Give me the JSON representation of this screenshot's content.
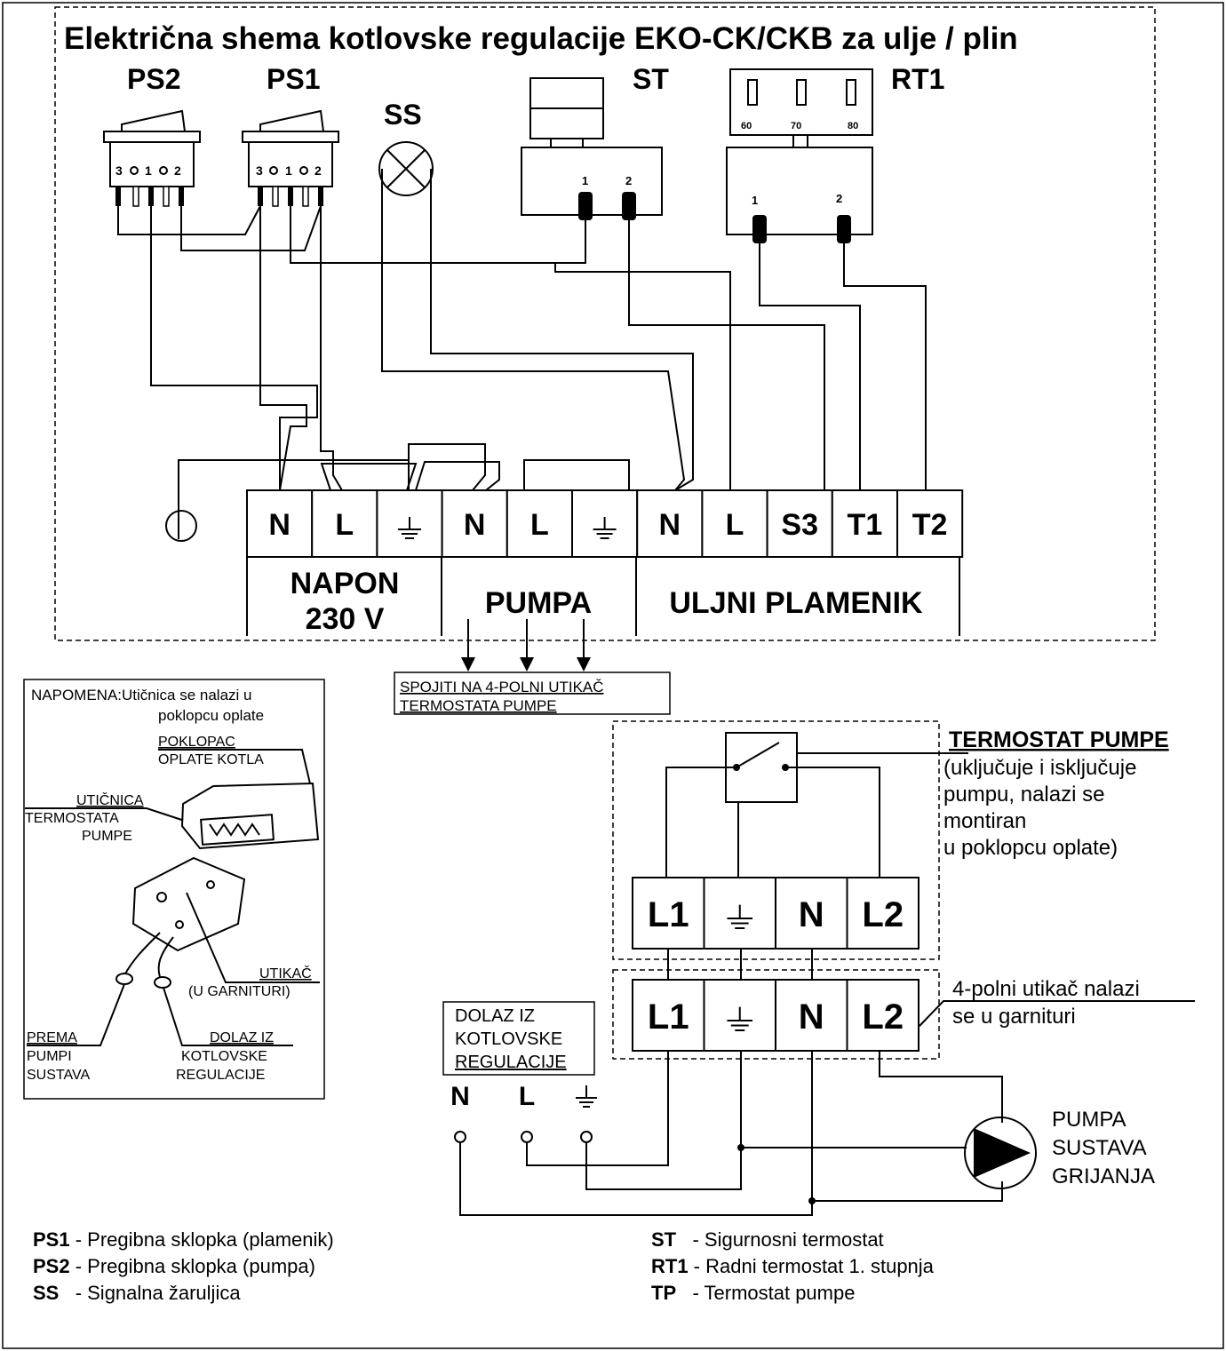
{
  "title": "Električna shema kotlovske regulacije EKO-CK/CKB za ulje / plin",
  "components": {
    "ps2": "PS2",
    "ps1": "PS1",
    "ss": "SS",
    "st": "ST",
    "rt1": "RT1",
    "switch_pins": [
      "3",
      "1",
      "2"
    ],
    "st_pins": [
      "1",
      "2"
    ],
    "rt1_scale": [
      "60",
      "70",
      "80"
    ],
    "rt1_pins": [
      "1",
      "2"
    ]
  },
  "terminal_block": {
    "terminals": [
      "N",
      "L",
      "⏚",
      "N",
      "L",
      "⏚",
      "N",
      "L",
      "S3",
      "T1",
      "T2"
    ],
    "groups": {
      "napon_line1": "NAPON",
      "napon_line2": "230 V",
      "pumpa": "PUMPA",
      "plamenik": "ULJNI PLAMENIK"
    }
  },
  "connect_note": {
    "line1": "SPOJITI NA 4-POLNI UTIKAČ",
    "line2": "TERMOSTATA PUMPE"
  },
  "inset": {
    "note_line1": "NAPOMENA:Utičnica se nalazi u",
    "note_line2": "poklopcu oplate",
    "cover_line1": "POKLOPAC",
    "cover_line2": "OPLATE KOTLA",
    "socket_line1": "UTIČNICA",
    "socket_line2": "TERMOSTATA",
    "socket_line3": "PUMPE",
    "plug_line1": "UTIKAČ",
    "plug_line2": "(U GARNITURI)",
    "to_pump_line1": "PREMA",
    "to_pump_line2": "PUMPI",
    "to_pump_line3": "SUSTAVA",
    "from_reg_line1": "DOLAZ IZ",
    "from_reg_line2": "KOTLOVSKE",
    "from_reg_line3": "REGULACIJE"
  },
  "pump_thermostat": {
    "title": "TERMOSTAT PUMPE",
    "desc": [
      "(uključuje i isključuje",
      "pumpu, nalazi se",
      "montiran",
      "u poklopcu oplate)"
    ],
    "terminals": [
      "L1",
      "⏚",
      "N",
      "L2"
    ]
  },
  "plug": {
    "terminals": [
      "L1",
      "⏚",
      "N",
      "L2"
    ],
    "desc": [
      "4-polni utikač nalazi",
      "se u garnituri"
    ]
  },
  "incoming": {
    "lines": [
      "DOLAZ IZ",
      "KOTLOVSKE",
      "REGULACIJE"
    ],
    "terminals": [
      "N",
      "L",
      "⏚"
    ]
  },
  "pump": {
    "lines": [
      "PUMPA",
      "SUSTAVA",
      "GRIJANJA"
    ]
  },
  "legend_left": [
    {
      "code": "PS1",
      "text": " - Pregibna sklopka (plamenik)"
    },
    {
      "code": "PS2",
      "text": " - Pregibna sklopka (pumpa)"
    },
    {
      "code": "SS",
      "text": "   - Signalna žaruljica"
    }
  ],
  "legend_right": [
    {
      "code": "ST",
      "text": "   - Sigurnosni termostat"
    },
    {
      "code": "RT1",
      "text": " - Radni termostat 1. stupnja"
    },
    {
      "code": "TP",
      "text": "   - Termostat pumpe"
    }
  ]
}
